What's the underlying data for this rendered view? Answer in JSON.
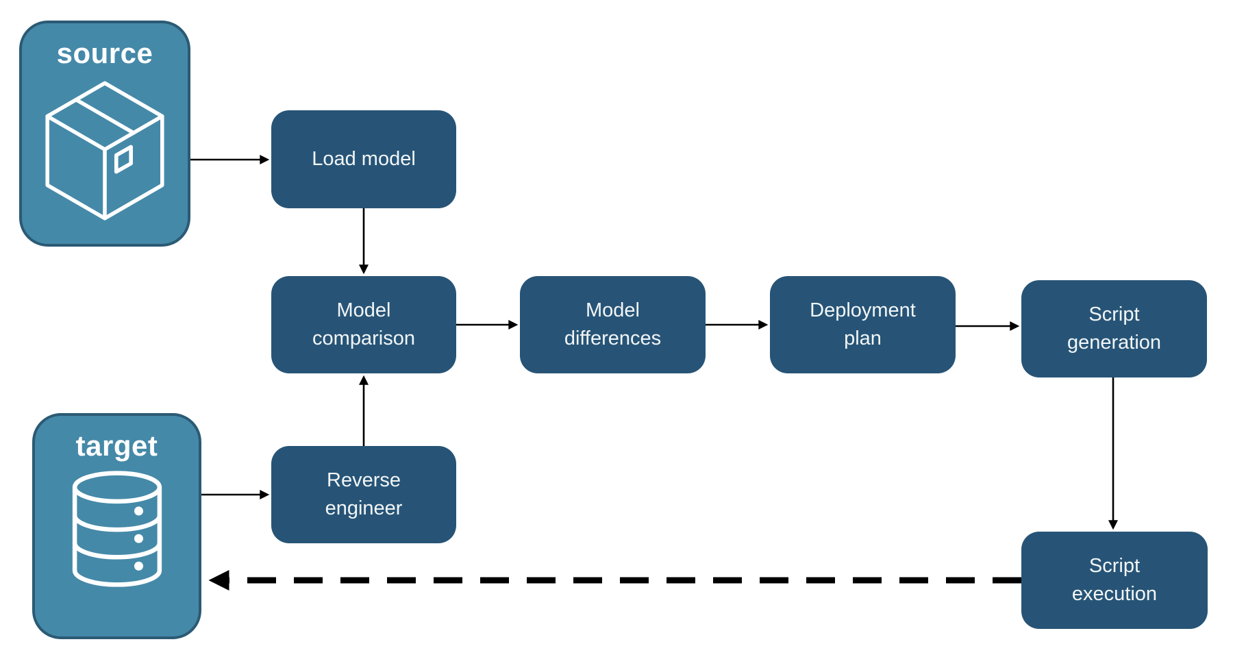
{
  "diagram": {
    "description": "Schema compare and deployment pipeline between a source model and a target database"
  },
  "entities": {
    "source": {
      "label": "source",
      "icon": "package-icon"
    },
    "target": {
      "label": "target",
      "icon": "database-icon"
    }
  },
  "nodes": {
    "load_model": {
      "label": "Load model"
    },
    "model_comparison": {
      "label": "Model comparison"
    },
    "model_differences": {
      "label": "Model differences"
    },
    "deployment_plan": {
      "label": "Deployment plan"
    },
    "script_generation": {
      "label": "Script generation"
    },
    "reverse_engineer": {
      "label": "Reverse engineer"
    },
    "script_execution": {
      "label": "Script execution"
    }
  },
  "edges": [
    {
      "from": "source",
      "to": "load_model",
      "style": "solid"
    },
    {
      "from": "load_model",
      "to": "model_comparison",
      "style": "solid"
    },
    {
      "from": "target",
      "to": "reverse_engineer",
      "style": "solid"
    },
    {
      "from": "reverse_engineer",
      "to": "model_comparison",
      "style": "solid"
    },
    {
      "from": "model_comparison",
      "to": "model_differences",
      "style": "solid"
    },
    {
      "from": "model_differences",
      "to": "deployment_plan",
      "style": "solid"
    },
    {
      "from": "deployment_plan",
      "to": "script_generation",
      "style": "solid"
    },
    {
      "from": "script_generation",
      "to": "script_execution",
      "style": "solid"
    },
    {
      "from": "script_execution",
      "to": "target",
      "style": "dashed"
    }
  ],
  "colors": {
    "canvas_bg": "#ffffff",
    "process_fill": "#275476",
    "process_text": "#f2f6f8",
    "entity_fill": "#4589a8",
    "entity_border": "#2b5a74",
    "entity_text": "#ffffff",
    "arrow": "#000000"
  }
}
